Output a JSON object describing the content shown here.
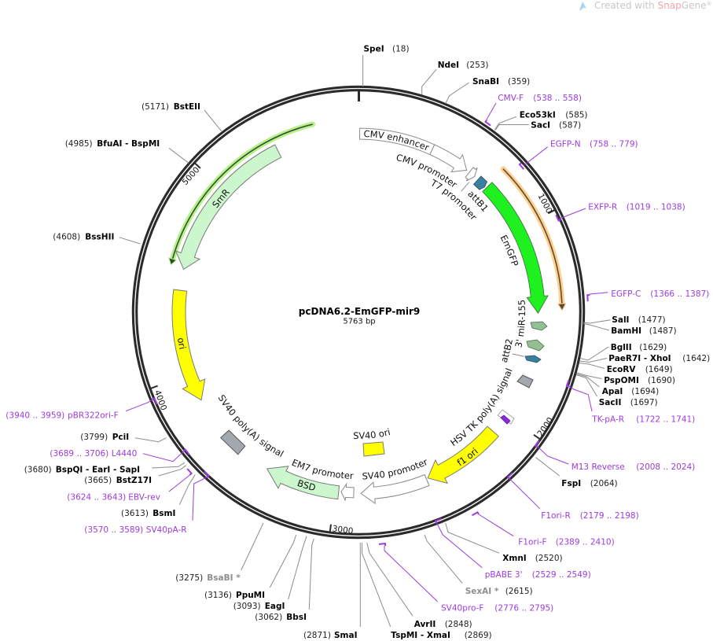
{
  "watermark": {
    "prefix": "Created with ",
    "brand_snap": "Snap",
    "brand_gene": "Gene",
    "reg": "®",
    "icon": "snapgene-logo-icon"
  },
  "plasmid": {
    "name": "pcDNA6.2-EmGFP-mir9",
    "length": "5763 bp"
  },
  "ticks": [
    "1000",
    "2000",
    "3000",
    "4000",
    "5000"
  ],
  "enzymes": [
    {
      "name": "SpeI",
      "pos": "(18)"
    },
    {
      "name": "NdeI",
      "pos": "(253)"
    },
    {
      "name": "SnaBI",
      "pos": "(359)"
    },
    {
      "name": "Eco53kI",
      "pos": "(585)"
    },
    {
      "name": "SacI",
      "pos": "(587)"
    },
    {
      "name": "SalI",
      "pos": "(1477)"
    },
    {
      "name": "BamHI",
      "pos": "(1487)"
    },
    {
      "name": "BglII",
      "pos": "(1629)"
    },
    {
      "name": "PaeR7I - XhoI",
      "pos": "(1642)"
    },
    {
      "name": "EcoRV",
      "pos": "(1649)"
    },
    {
      "name": "PspOMI",
      "pos": "(1690)"
    },
    {
      "name": "ApaI",
      "pos": "(1694)"
    },
    {
      "name": "SacII",
      "pos": "(1697)"
    },
    {
      "name": "FspI",
      "pos": "(2064)"
    },
    {
      "name": "XmnI",
      "pos": "(2520)"
    },
    {
      "name": "SexAI *",
      "pos": "(2615)"
    },
    {
      "name": "AvrII",
      "pos": "(2848)"
    },
    {
      "name": "TspMI - XmaI",
      "pos": "(2869)"
    },
    {
      "name": "SmaI",
      "pos": "(2871)"
    },
    {
      "name": "BbsI",
      "pos": "(3062)"
    },
    {
      "name": "EagI",
      "pos": "(3093)"
    },
    {
      "name": "PpuMI",
      "pos": "(3136)"
    },
    {
      "name": "BsaBI *",
      "pos": "(3275)"
    },
    {
      "name": "BsmI",
      "pos": "(3613)"
    },
    {
      "name": "BstZ17I",
      "pos": "(3665)"
    },
    {
      "name": "BspQI - EarI - SapI",
      "pos": "(3680)"
    },
    {
      "name": "PciI",
      "pos": "(3799)"
    },
    {
      "name": "BssHII",
      "pos": "(4608)"
    },
    {
      "name": "BfuAI - BspMI",
      "pos": "(4985)"
    },
    {
      "name": "BstEII",
      "pos": "(5171)"
    }
  ],
  "primers": [
    {
      "name": "CMV-F",
      "range": "(538 .. 558)"
    },
    {
      "name": "EGFP-N",
      "range": "(758 .. 779)"
    },
    {
      "name": "EXFP-R",
      "range": "(1019 .. 1038)"
    },
    {
      "name": "EGFP-C",
      "range": "(1366 .. 1387)"
    },
    {
      "name": "TK-pA-R",
      "range": "(1722 .. 1741)"
    },
    {
      "name": "M13 Reverse",
      "range": "(2008 .. 2024)"
    },
    {
      "name": "F1ori-R",
      "range": "(2179 .. 2198)"
    },
    {
      "name": "F1ori-F",
      "range": "(2389 .. 2410)"
    },
    {
      "name": "pBABE 3'",
      "range": "(2529 .. 2549)"
    },
    {
      "name": "SV40pro-F",
      "range": "(2776 .. 2795)"
    },
    {
      "name": "SV40pA-R",
      "range": "(3570 .. 3589)"
    },
    {
      "name": "EBV-rev",
      "range": "(3624 .. 3643)"
    },
    {
      "name": "L4440",
      "range": "(3689 .. 3706)"
    },
    {
      "name": "pBR322ori-F",
      "range": "(3940 .. 3959)"
    }
  ],
  "features": [
    {
      "name": "CMV enhancer"
    },
    {
      "name": "CMV promoter"
    },
    {
      "name": "T7 promoter"
    },
    {
      "name": "attB1"
    },
    {
      "name": "EmGFP"
    },
    {
      "name": "3' miR-155"
    },
    {
      "name": "attB2"
    },
    {
      "name": "HSV TK poly(A) signal"
    },
    {
      "name": "f1 ori"
    },
    {
      "name": "SV40 promoter"
    },
    {
      "name": "SV40 ori"
    },
    {
      "name": "EM7 promoter"
    },
    {
      "name": "BSD"
    },
    {
      "name": "SV40 poly(A) signal"
    },
    {
      "name": "ori"
    },
    {
      "name": "SmR"
    }
  ],
  "colors": {
    "backbone": "#2b2b2b",
    "primer": "#9b3be0",
    "blocked_enzyme": "#8e8e8e",
    "emgfp": "#1ff01f",
    "yellow_feature": "#ffff00",
    "light_green_feature": "#ccf6cc",
    "att_site": "#3a7fa0",
    "polyA_signal": "#a3a8b0",
    "orf_highlight_orange": "#ffd08c",
    "orf_highlight_green": "#b8f08a",
    "watermark_gray": "#c8c8c8",
    "watermark_snap": "#f2a4a4"
  }
}
